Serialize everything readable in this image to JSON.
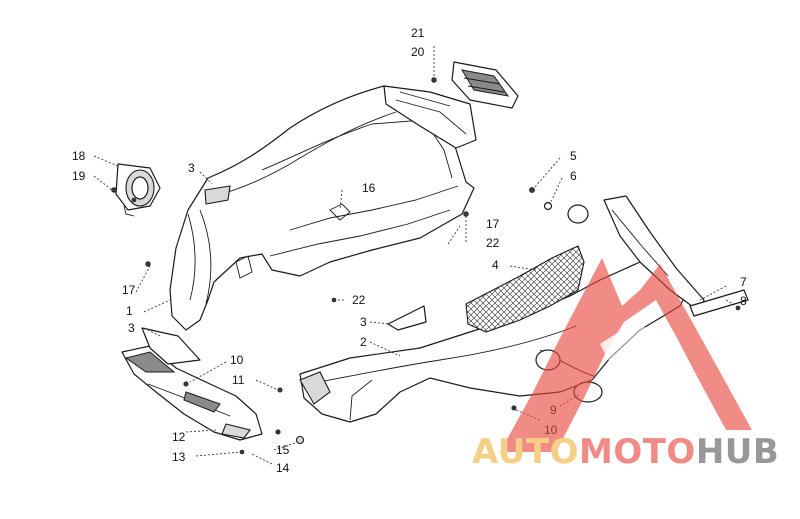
{
  "callouts": [
    {
      "id": "c21",
      "label": "21"
    },
    {
      "id": "c20",
      "label": "20"
    },
    {
      "id": "c18",
      "label": "18"
    },
    {
      "id": "c19",
      "label": "19"
    },
    {
      "id": "c3a",
      "label": "3"
    },
    {
      "id": "c16",
      "label": "16"
    },
    {
      "id": "c5",
      "label": "5"
    },
    {
      "id": "c6",
      "label": "6"
    },
    {
      "id": "c17a",
      "label": "17"
    },
    {
      "id": "c22a",
      "label": "22"
    },
    {
      "id": "c4",
      "label": "4"
    },
    {
      "id": "c17b",
      "label": "17"
    },
    {
      "id": "c1",
      "label": "1"
    },
    {
      "id": "c22b",
      "label": "22"
    },
    {
      "id": "c7",
      "label": "7"
    },
    {
      "id": "c8",
      "label": "8"
    },
    {
      "id": "c3b",
      "label": "3"
    },
    {
      "id": "c3c",
      "label": "3"
    },
    {
      "id": "c2",
      "label": "2"
    },
    {
      "id": "c10a",
      "label": "10"
    },
    {
      "id": "c11",
      "label": "11"
    },
    {
      "id": "c9",
      "label": "9"
    },
    {
      "id": "c10b",
      "label": "10"
    },
    {
      "id": "c12",
      "label": "12"
    },
    {
      "id": "c15",
      "label": "15"
    },
    {
      "id": "c13",
      "label": "13"
    },
    {
      "id": "c14",
      "label": "14"
    }
  ],
  "watermark": {
    "part1": "AUTO",
    "part2": "MOTO",
    "part3": "HUB",
    "color_accent": "#e8453c",
    "color_gold": "#f2b33d",
    "color_gray": "#5a5a5a"
  }
}
